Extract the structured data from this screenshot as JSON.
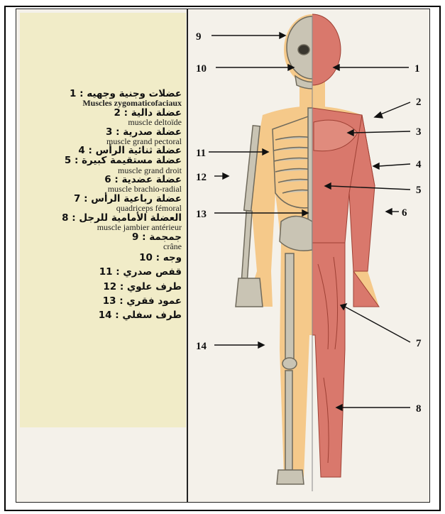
{
  "legend": {
    "items": [
      {
        "ar": "1 : عضلات وجنية وجهيه",
        "fr": "Muscles zygomaticofaciaux"
      },
      {
        "ar": "2 : عضلة دالية",
        "fr": "muscle deltoïde"
      },
      {
        "ar": "3 : عضلة صدرية",
        "fr": "muscle grand pectoral"
      },
      {
        "ar": "4 : عضلة ثنائية الرأس",
        "fr": ""
      },
      {
        "ar": "5 : عضلة مستقيمة كبيرة",
        "fr": "muscle grand droit"
      },
      {
        "ar": "6 : عضلة عضدية",
        "fr": "muscle brachio-radial"
      },
      {
        "ar": "7 : عضلة رباعية الرأس",
        "fr": "quadriceps fémoral"
      },
      {
        "ar": "8 : العضلة الأمامية للرجل",
        "fr": "muscle jambier antérieur"
      },
      {
        "ar": "9 : جمجمة",
        "fr": "crâne"
      },
      {
        "ar": "10 : وجه",
        "fr": ""
      },
      {
        "ar": "11 : قفص صدري",
        "fr": ""
      },
      {
        "ar": "12 : طرف علوي",
        "fr": ""
      },
      {
        "ar": "13 : عمود فقري",
        "fr": ""
      },
      {
        "ar": "14 : طرف سفلي",
        "fr": ""
      }
    ]
  },
  "figure": {
    "labels": {
      "n1": "1",
      "n2": "2",
      "n3": "3",
      "n4": "4",
      "n5": "5",
      "n6": "6",
      "n7": "7",
      "n8": "8",
      "n9": "9",
      "n10": "10",
      "n11": "11",
      "n12": "12",
      "n13": "13",
      "n14": "14"
    },
    "colors": {
      "skin": "#f5c98a",
      "bone": "#c9c4b4",
      "muscle": "#d9786c",
      "panel": "#f1ecc8"
    }
  }
}
